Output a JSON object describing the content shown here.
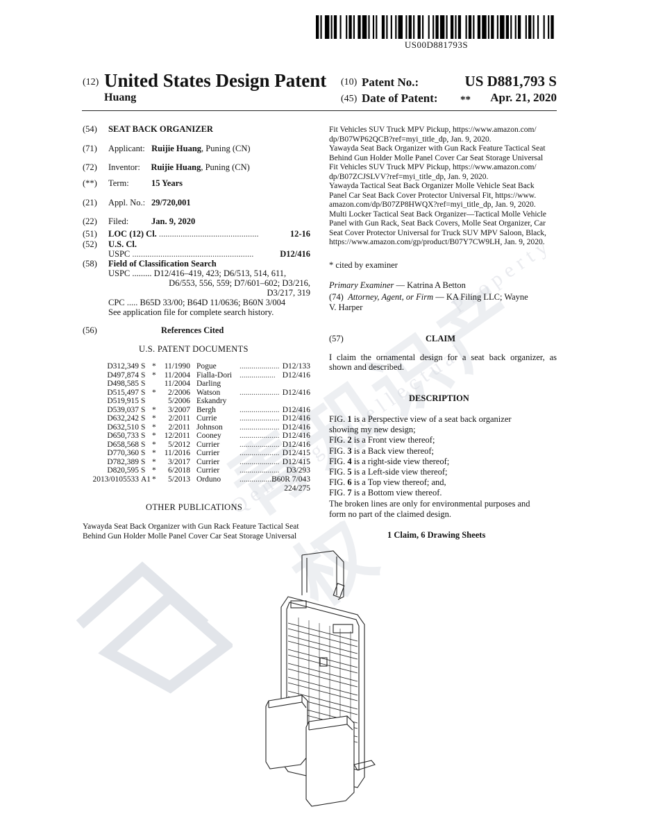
{
  "document": {
    "doc_number": "US00D881793S",
    "kind_code_12": "(12)",
    "title": "United States Design Patent",
    "applicant_short": "Huang",
    "patent_no_code": "(10)",
    "patent_no_label": "Patent No.:",
    "patent_no": "US D881,793 S",
    "date_code": "(45)",
    "date_label": "Date of Patent:",
    "date_mark": "**",
    "date_value": "Apr. 21, 2020"
  },
  "bib": {
    "c54": "(54)",
    "title_text": "SEAT BACK ORGANIZER",
    "c71": "(71)",
    "applicant_label": "Applicant:",
    "applicant_name": "Ruijie Huang",
    "applicant_loc": ", Puning (CN)",
    "c72": "(72)",
    "inventor_label": "Inventor:",
    "inventor_name": "Ruijie Huang",
    "inventor_loc": ", Puning (CN)",
    "cterm": "(**)",
    "term_label": "Term:",
    "term_value": "15 Years",
    "c21": "(21)",
    "appl_label": "Appl. No.:",
    "appl_value": "29/720,001",
    "c22": "(22)",
    "filed_label": "Filed:",
    "filed_value": "Jan. 9, 2020",
    "c51": "(51)",
    "loc_label": "LOC (12) Cl.",
    "loc_dots": " ..............................................",
    "loc_value": "12-16",
    "c52": "(52)",
    "uscl_label": "U.S. Cl.",
    "uspc_label": "USPC",
    "uspc_dots": " ........................................................",
    "uspc_value": "D12/416",
    "c58": "(58)",
    "field_label": "Field of Classification Search",
    "field_line1": "USPC  .........  D12/416–419, 423; D6/513, 514, 611,",
    "field_line2": "D6/553, 556, 559; D7/601–602; D3/216,",
    "field_line3": "D3/217, 319",
    "field_line4": "CPC  .....  B65D 33/00; B64D 11/0636; B60N 3/004",
    "field_line5": "See application file for complete search history."
  },
  "refs": {
    "c56": "(56)",
    "heading": "References Cited",
    "us_heading": "U.S. PATENT DOCUMENTS",
    "rows": [
      {
        "num": "D312,349",
        "kind": "S",
        "star": "*",
        "date": "11/1990",
        "name": "Pogue",
        "dots": "...........................",
        "cls": "D12/133"
      },
      {
        "num": "D497,874",
        "kind": "S",
        "star": "*",
        "date": "11/2004",
        "name": "Fialla-Dori",
        "dots": "..................",
        "cls": "D12/416"
      },
      {
        "num": "D498,585",
        "kind": "S",
        "star": "",
        "date": "11/2004",
        "name": "Darling",
        "dots": "",
        "cls": ""
      },
      {
        "num": "D515,497",
        "kind": "S",
        "star": "*",
        "date": "2/2006",
        "name": "Watson",
        "dots": "..........................",
        "cls": "D12/416"
      },
      {
        "num": "D519,915",
        "kind": "S",
        "star": "",
        "date": "5/2006",
        "name": "Eskandry",
        "dots": "",
        "cls": ""
      },
      {
        "num": "D539,037",
        "kind": "S",
        "star": "*",
        "date": "3/2007",
        "name": "Bergh",
        "dots": "............................",
        "cls": "D12/416"
      },
      {
        "num": "D632,242",
        "kind": "S",
        "star": "*",
        "date": "2/2011",
        "name": "Currie",
        "dots": "...........................",
        "cls": "D12/416"
      },
      {
        "num": "D632,510",
        "kind": "S",
        "star": "*",
        "date": "2/2011",
        "name": "Johnson",
        "dots": "........................",
        "cls": "D12/416"
      },
      {
        "num": "D650,733",
        "kind": "S",
        "star": "*",
        "date": "12/2011",
        "name": "Cooney",
        "dots": ".........................",
        "cls": "D12/416"
      },
      {
        "num": "D658,568",
        "kind": "S",
        "star": "*",
        "date": "5/2012",
        "name": "Currier",
        "dots": "........................",
        "cls": "D12/416"
      },
      {
        "num": "D770,360",
        "kind": "S",
        "star": "*",
        "date": "11/2016",
        "name": "Currier",
        "dots": "........................",
        "cls": "D12/415"
      },
      {
        "num": "D782,389",
        "kind": "S",
        "star": "*",
        "date": "3/2017",
        "name": "Currier",
        "dots": "........................",
        "cls": "D12/415"
      },
      {
        "num": "D820,595",
        "kind": "S",
        "star": "*",
        "date": "6/2018",
        "name": "Currier",
        "dots": "...........................",
        "cls": "D3/293"
      },
      {
        "num": "2013/0105533",
        "kind": "A1",
        "star": "*",
        "date": "5/2013",
        "name": "Orduno",
        "dots": "..................",
        "cls": "B60R 7/043"
      }
    ],
    "last_cont": "224/275",
    "other_heading": "OTHER PUBLICATIONS",
    "other_left_1": "Yawayda Seat Back Organizer with Gun Rack Feature Tactical Seat",
    "other_left_2": "Behind Gun Holder Molle Panel Cover Car Seat Storage Universal"
  },
  "right": {
    "pub_lines": [
      "Fit Vehicles SUV Truck MPV Pickup, https://www.amazon.com/",
      "dp/B07WP62QCB?ref=myi_title_dp, Jan. 9, 2020.",
      "Yawayda Seat Back Organizer with Gun Rack Feature Tactical Seat",
      "Behind Gun Holder Molle Panel Cover Car Seat Storage Universal",
      "Fit Vehicles SUV Truck MPV Pickup, https://www.amazon.com/",
      "dp/B07ZCJSLVV?ref=myi_title_dp, Jan. 9, 2020.",
      "Yawayda Tactical Seat Back Organizer Molle Vehicle Seat Back",
      "Panel Car Seat Back Cover Protector Universal Fit, https://www.",
      "amazon.com/dp/B07ZP8HWQX?ref=myi_title_dp, Jan. 9, 2020.",
      "Multi Locker Tactical Seat Back Organizer—Tactical Molle Vehicle",
      "Panel with Gun Rack, Seat Back Covers, Molle Seat Organizer, Car",
      "Seat Cover Protector Universal for Truck SUV MPV Saloon, Black,",
      "https://www.amazon.com/gp/product/B07Y7CW9LH, Jan. 9, 2020."
    ],
    "cited_note": "* cited by examiner",
    "examiner_label": "Primary Examiner",
    "examiner_value": " — Katrina A Betton",
    "c74": "(74)",
    "attorney_label": "Attorney, Agent, or Firm",
    "attorney_value": " — KA Filing LLC; Wayne",
    "attorney_cont": "V. Harper",
    "c57": "(57)",
    "claim_heading": "CLAIM",
    "claim_1": "I claim the ornamental design for a seat back organizer, as",
    "claim_2": "shown and described.",
    "desc_heading": "DESCRIPTION",
    "fig_lines": [
      {
        "pre": "FIG. ",
        "num": "1",
        "post": " is a Perspective view of a seat back organizer"
      },
      {
        "pre": "showing my new design;",
        "num": "",
        "post": ""
      },
      {
        "pre": "FIG. ",
        "num": "2",
        "post": " is a Front view thereof;"
      },
      {
        "pre": "FIG. ",
        "num": "3",
        "post": " is a Back view thereof;"
      },
      {
        "pre": "FIG. ",
        "num": "4",
        "post": " is a right-side view thereof;"
      },
      {
        "pre": "FIG. ",
        "num": "5",
        "post": " is a Left-side view thereof;"
      },
      {
        "pre": "FIG. ",
        "num": "6",
        "post": " is a Top view thereof; and,"
      },
      {
        "pre": "FIG. ",
        "num": "7",
        "post": " is a Bottom view thereof."
      },
      {
        "pre": "The broken lines are only for environmental purposes and",
        "num": "",
        "post": ""
      },
      {
        "pre": "form no part of the claimed design.",
        "num": "",
        "post": ""
      }
    ],
    "sheets": "1 Claim, 6 Drawing Sheets"
  }
}
